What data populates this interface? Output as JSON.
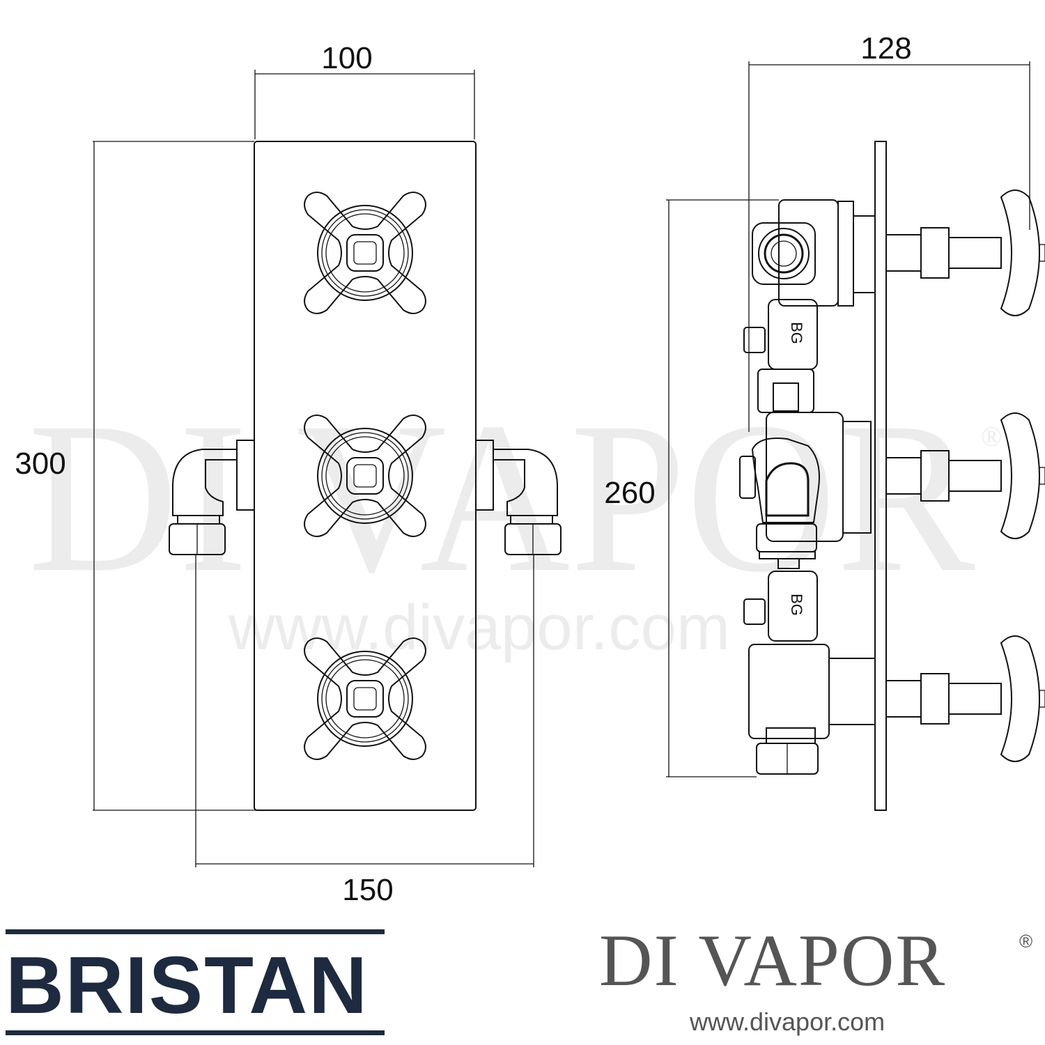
{
  "dimensions": {
    "width_top": "100",
    "height_left": "300",
    "width_bottom": "150",
    "depth_top": "128",
    "height_side": "260"
  },
  "valve_stamps": {
    "upper": "BG",
    "lower": "BG"
  },
  "watermark": {
    "name": "DI VAPOR",
    "reg": "®",
    "url": "www.divapor.com"
  },
  "brands": {
    "manufacturer": "BRISTAN",
    "retailer": "DI VAPOR",
    "retailer_reg": "®",
    "retailer_url": "www.divapor.com"
  },
  "colors": {
    "line": "#111111",
    "bristan_navy": "#1d2a3f",
    "divapor_grey": "#555555"
  }
}
